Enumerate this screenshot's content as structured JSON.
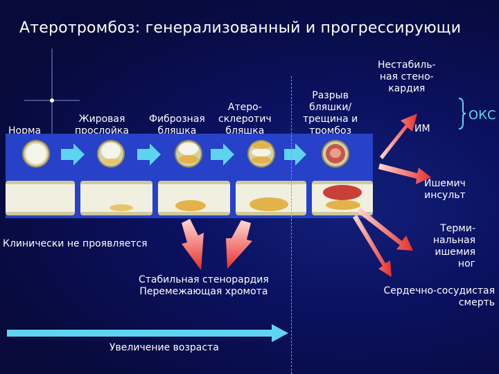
{
  "title": "Атеротромбоз: генерализованный и прогрессирующи",
  "stages": {
    "norm": "Норма",
    "fatty": "Жировая\nпрослойка",
    "fibrous": "Фиброзная\nбляшка",
    "athero": "Атеро-\nсклеротич\nбляшка",
    "rupture": "Разрыв\nбляшки/\nтрещина и\nтромбоз"
  },
  "outcomes": {
    "unstable": "Нестабиль-\nная стено-\nкардия",
    "mi": "ИМ",
    "acs": "ОКС",
    "stroke": "Ишемич\nинсульт",
    "limb": "Терми-\nнальная\nишемия\nног",
    "death": "Сердечно-сосудистая\nсмерть"
  },
  "clinical": {
    "silent": "Клинически не проявляется",
    "stable": "Стабильная стенорардия\nПеремежающая хромота"
  },
  "age": "Увеличение возраста",
  "colors": {
    "accent_arrow": "#e8302a",
    "flow_arrow": "#5fd4f0",
    "strip": "#2741c8"
  }
}
